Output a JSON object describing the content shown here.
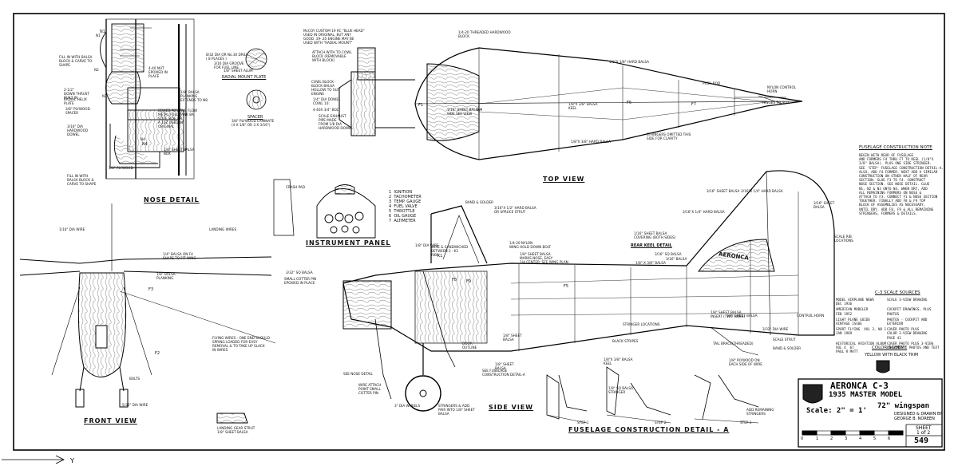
{
  "views": {
    "nose_detail": "NOSE DETAIL",
    "instrument_panel": "INSTRUMENT PANEL",
    "top_view": "TOP VIEW",
    "front_view": "FRONT VIEW",
    "side_view": "SIDE VIEW",
    "rear_keel_detail": "REAR KEEL DETAIL",
    "fuselage_detail": "FUSELAGE CONSTRUCTION DETAIL - A",
    "radial_mount_plate": "RADIAL MOUNT PLATE",
    "spacer": "SPACER"
  },
  "instrument_list": [
    "1  IGNITION",
    "2  TACHOMETER",
    "3  TEMP. GAUGE",
    "4  FUEL VALVE",
    "5  THROTTLE",
    "6  OIL GAUGE",
    "7  ALTIMETER"
  ],
  "fuselage_note": {
    "title": "FUSELAGE CONSTRUCTION NOTE",
    "body": "BEGIN WITH REAR OF FUSELAGE\nAND FORMERS F4 THRU F7 TO KEEL (1/8\"X\n3/8\" BALSA). PLUS ONE SIDE STRINGER.\nSEE 'STEP' FUSELAGE CONSTRUCTION DETAIL-A.\nALSO, ADD F4 FORMER. NEXT ADD A SIMILAR\nCONSTRUCTION ON OTHER HALF OF REAR\nSECTION. GLUE F3 TO F4. CONSTRUCT\nNOSE SECTION. SEE NOSE DETAIL. GLUE\nN1, N2 & N3 ONTO N4. WHEN DRY, ADD\nALL REMAINING FORMERS ON NOSE &\nATTACH TO F3. CONNECT F1 & NOSE SECTION\nTOGETHER. FINALLY ADD F8 & F9 TOP\nBLOCK OF ASSEMBLIES AS NECESSARY,\nUNTIL DRY. ADD F8, F9 & ALL REMAINING\nSTRINGERS, FORMERS & DETAILS."
  },
  "sources": {
    "title": "C-3 SCALE SOURCES",
    "rows": [
      [
        "MODEL AIRPLANE NEWS\nDEC 1936",
        "SCALE 3-VIEW DRAWING"
      ],
      [
        "AMERICAN MODELER\nFEB 1952",
        "COCKPIT DRAWINGS, PLUS\nPHOTOS"
      ],
      [
        "LIGHT PLANE GUIDE\nVINTAGE ISSUE",
        "PHOTOS - COCKPIT AND\nEXTERIOR"
      ],
      [
        "SPORT FLYING  VOL 3, NO 1\nJAN 1969",
        "COVER PHOTO PLUS\nCOLOR 3-VIEW DRAWING\nPAGE 41"
      ],
      [
        "HISTORICAL AVIATION ALBUM\nVOL 4  67\nPAUL R MATT",
        "COVER PHOTO PLUS 3-VIEW\nDRAWINGS - PHOTOS AND TEXT"
      ]
    ],
    "color_title": "COLOR SCHEME",
    "color_text": "YELLOW WITH BLACK TRIM"
  },
  "title_block": {
    "line1": "AERONCA  C-3",
    "line2": "1935 MASTER MODEL",
    "scale": "Scale: 2\" = 1'",
    "span": "72\" wingspan",
    "designer": "DESIGNED & DRAWN BY",
    "designer_name": "GEORGE B. NOREEN",
    "sheet_label": "SHEET",
    "sheet_of": "1 of 2",
    "plan_no": "549",
    "scale_ticks": [
      "0",
      "1",
      "2",
      "3",
      "4",
      "5",
      "6"
    ]
  },
  "fuselage_logo": "AERONCA",
  "labels": [
    {
      "id": "n1",
      "t": "N1"
    },
    {
      "id": "n2",
      "t": "N2"
    },
    {
      "id": "n3",
      "t": "N3"
    },
    {
      "id": "n4",
      "t": "N4"
    },
    {
      "id": "fill1",
      "t": "FILL IN WITH BALSA\nBLOCK & CARVE TO\nSHAPE"
    },
    {
      "id": "bolt",
      "t": "4-40 NUT\nEPOXIED IN\nPLACE"
    },
    {
      "id": "balsa_plank",
      "t": "1/8\" BALSA\nPLANKING\nEXTENDS TO N8"
    },
    {
      "id": "sewed",
      "t": "SEWED POSITIVE FLOW\nMETAL FUEL TANK 8A\nSTIFF SIDE OR\nA 10Z USED IN\nORIGINAL"
    },
    {
      "id": "dowel",
      "t": "3/16\" DIA\nHARDWOOD\nDOWEL"
    },
    {
      "id": "ply_spacer",
      "t": "3/8\" PLYWOOD\nSPACER"
    },
    {
      "id": "radial_plate",
      "t": "RADIAL HELIX\nPLATE"
    },
    {
      "id": "dowl2",
      "t": "2-1/2\"\nDOWN THRUST\nBUILT IN"
    },
    {
      "id": "ply18",
      "t": "1/8\" PLYWOOD"
    },
    {
      "id": "sheet_box",
      "t": "1/8\" SHEET BALSA\nBOX"
    },
    {
      "id": "fill2",
      "t": "FILL IN WITH\nBALSA BLOCK &\nCARVE TO SHAPE"
    },
    {
      "id": "drill",
      "t": "8/32 DIA OR No.30 DRILL\n( 8 PLACES )"
    },
    {
      "id": "grove",
      "t": "3/16 DIA GROOVE\nFOR FUEL LINE"
    },
    {
      "id": "alum",
      "t": "1/8\" SHEET ALUM"
    },
    {
      "id": "spacer_note",
      "t": "3/8\" PLYWOOD LAMINATE\n(4 X 1/8\" OR 3 X 3/16\")"
    },
    {
      "id": "mccoy",
      "t": "McCOY CUSTOM 19 RC \"BLUE HEAD\"\nUSED IN ORIGINAL, BUT ANY\nGOOD .19-.35 ENGINE MAY BE\nUSED WITH \"RADIAL MOUNT\""
    },
    {
      "id": "attach",
      "t": "ATTACH WITH TO COWL\nBLOCK (REMOVABLE\nWITH BLOCK)"
    },
    {
      "id": "cowl",
      "t": "COWL BLOCK -\nBLOCK BALSA\nHOLLOW TO SUIT\nENGINE"
    },
    {
      "id": "hollow",
      "t": "1/4\" DIA DOWEL\nCOWL 10:"
    },
    {
      "id": "bolt2",
      "t": "4-40X 3/4\" BOLT"
    },
    {
      "id": "exh",
      "t": "SCALE EXHAUST\nPIPE MADE\nFROM 1/8 DIA\nHARDWOOD DOWEL"
    },
    {
      "id": "threaded",
      "t": "1/4-20 THREADED HARDWOOD\nBLOCK"
    },
    {
      "id": "hard38",
      "t": "1/8\"X 3/8\" HARD BALSA"
    },
    {
      "id": "pushrod",
      "t": "PUSH ROD"
    },
    {
      "id": "horn",
      "t": "NYLON CONTROL\nHORN"
    },
    {
      "id": "hinges",
      "t": "HINGES TO SUIT"
    },
    {
      "id": "sheet_side",
      "t": "1/16\" SHEET BALSA -\nSIDE SEE VIEW"
    },
    {
      "id": "keel",
      "t": "1/8\"X 3/8\" BALSA\nKEEL"
    },
    {
      "id": "stringers",
      "t": "STRINGERS OMITTED THIS\nSIDE FOR CLARITY"
    },
    {
      "id": "hard38b",
      "t": "1/8\"X 3/8\" HARD BALSA"
    },
    {
      "id": "crash",
      "t": "CRASH PAD"
    },
    {
      "id": "landing",
      "t": "LANDING WIRES"
    },
    {
      "id": "dia_wire",
      "t": "1/16\" DIA WIRE"
    },
    {
      "id": "bal_f4",
      "t": "1/4\" BALSA ON F4\nSHAPE TO FIT WING"
    },
    {
      "id": "bal_plank2",
      "t": "1/8\" BALSA\nPLANKING"
    },
    {
      "id": "cotter",
      "t": "SMALL COTTER PIN\nEPOXIED IN PLACE"
    },
    {
      "id": "wire332",
      "t": "3/32\" SQ BALSA"
    },
    {
      "id": "flying",
      "t": "FLYING WIRES - ONE END SHOULD\nSPRING LOADED FOR EASY\nREMOVAL & TO TAKE UP SLACK\nIN WIRES"
    },
    {
      "id": "bolts",
      "t": "BOLTS"
    },
    {
      "id": "wire532",
      "t": "5/32\" DIA WIRE"
    },
    {
      "id": "landing_strut",
      "t": "LANDING GEAR STRUT\n1/8\" SHEET BALSA"
    },
    {
      "id": "bolder",
      "t": "BAND & SOLDER"
    },
    {
      "id": "hard316",
      "t": "3/16\"X 1/2\" HARD BALSA\nOR SPRUCE STRUT"
    },
    {
      "id": "dia14",
      "t": "1/8\" DIA WIRE"
    },
    {
      "id": "sandwich",
      "t": "WIRE & SANDWICHED\nBETWEEN 2 - K1\nRIBS"
    },
    {
      "id": "nylon",
      "t": "1/4-20 NYLON\nWING HOLD DOWN BOLT"
    },
    {
      "id": "marks",
      "t": "1/8\" SHEET BALSA\nMARKS NOSE, EASY\n1/4 CENTER: SEE WING PLAN"
    },
    {
      "id": "sheet_cov",
      "t": "1/16\" SHEET BALSA\nCOVERING (BOTH SIDES)"
    },
    {
      "id": "hard14",
      "t": "3/16\"X 1/4\" HARD BALSA"
    },
    {
      "id": "sheet_bal",
      "t": "3/16\" SHEET BALSA"
    },
    {
      "id": "sheet_bal2",
      "t": "3/16\" SHEET\nBALSA"
    },
    {
      "id": "scale_rib",
      "t": "SCALE RIB\nLOCATIONS"
    },
    {
      "id": "hard14b",
      "t": "3/16\"X 1/4\" HARD BALSA"
    },
    {
      "id": "balsa316",
      "t": "3/16\" BALSA"
    },
    {
      "id": "balsa_sq",
      "t": "3/16\" SQ BALSA"
    },
    {
      "id": "keel2",
      "t": "1/8\" X 3/8\" BALSA"
    },
    {
      "id": "stringer_loc",
      "t": "STRINGER LOCATIONS"
    },
    {
      "id": "black_stripes",
      "t": "BLACK STRIPES"
    },
    {
      "id": "door",
      "t": "DOOR\nOUTLINE"
    },
    {
      "id": "fus_detail",
      "t": "SEE FUSELAGE\nCONSTRUCTION DETAIL-A"
    },
    {
      "id": "nose_det",
      "t": "SEE NOSE DETAIL"
    },
    {
      "id": "cotter2",
      "t": "WIRE ATTACH\nPOINT SMALL\nCOTTER PIN"
    },
    {
      "id": "wheels",
      "t": "3\" DIA WHEELS"
    },
    {
      "id": "stringers2",
      "t": "STRINGERS & ADD\nPAIR INTO 1/8\" SHEET\nBALSA"
    },
    {
      "id": "control_horn",
      "t": "CONTROL HORN"
    },
    {
      "id": "brace",
      "t": "TAIL BRACE(THREADED)"
    },
    {
      "id": "strut",
      "t": "SCALE STRUT"
    },
    {
      "id": "band",
      "t": "BAND & SOLDER"
    },
    {
      "id": "plywood_on",
      "t": "1/8\" PLYWOOD ON\nEACH SIDE OF WIRE"
    },
    {
      "id": "dia332",
      "t": "3/32\" DIA WIRE"
    },
    {
      "id": "keel3",
      "t": "1/8\"X 3/8\" BALSA\nKEEL"
    },
    {
      "id": "stringer_b",
      "t": "1/8\" SQ BALSA\nSTRINGER"
    },
    {
      "id": "add_rem",
      "t": "ADD REMAINING\nSTRINGERS"
    },
    {
      "id": "step1",
      "t": "STEP 1"
    },
    {
      "id": "step2",
      "t": "STEP 2"
    },
    {
      "id": "step3",
      "t": "STEP 3"
    },
    {
      "id": "insert",
      "t": "1/8\" SHEET BALSA\nINSERT (TWO SIDES)"
    },
    {
      "id": "sheet18",
      "t": "1/8\" SHEET BALSA"
    },
    {
      "id": "sheet_bal_side",
      "t": "1/8\" SHEET\nBALSA"
    },
    {
      "id": "sheet_bal_side2",
      "t": "1/8\" SHEET\nBALSA"
    }
  ],
  "formers": [
    "F1",
    "F2",
    "F3",
    "F4",
    "F5",
    "F6",
    "F7",
    "F8",
    "F9",
    "N1",
    "N4",
    "K1"
  ]
}
